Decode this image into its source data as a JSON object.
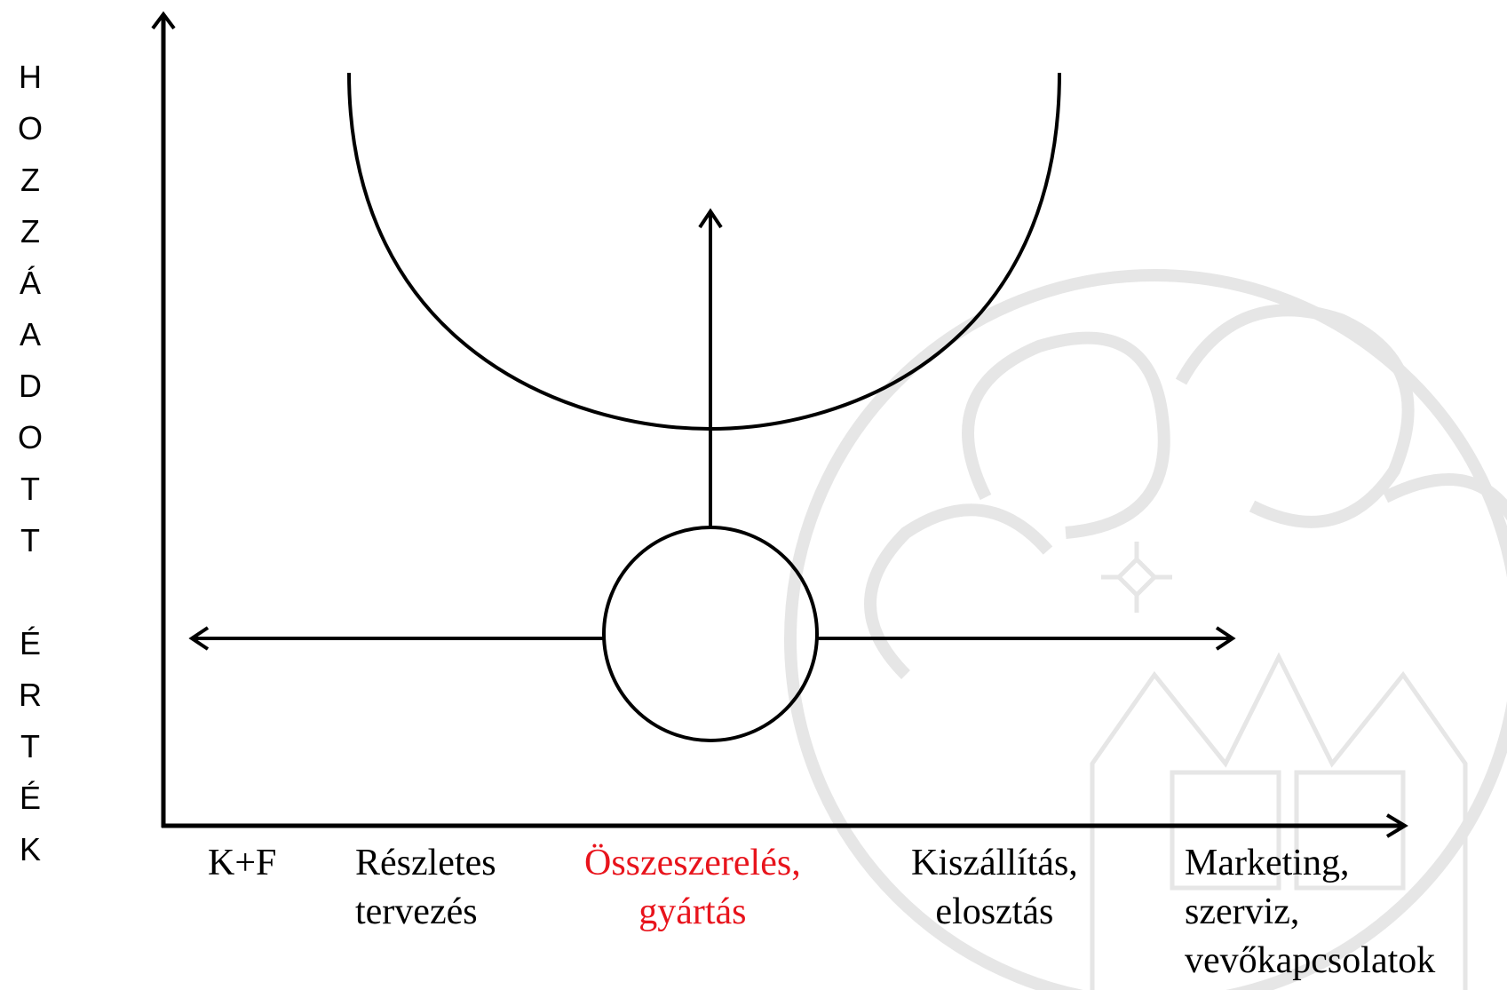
{
  "yaxis_letters_top": [
    "H",
    "O",
    "Z",
    "Z",
    "Á",
    "A",
    "D",
    "O",
    "T",
    "T"
  ],
  "yaxis_letters_bottom": [
    "É",
    "R",
    "T",
    "É",
    "K"
  ],
  "categories": [
    {
      "lines": [
        "K+F"
      ],
      "color": "#000000"
    },
    {
      "lines": [
        "Részletes",
        "tervezés"
      ],
      "color": "#000000"
    },
    {
      "lines": [
        "Összeszerelés,",
        "gyártás"
      ],
      "color": "#e8141c"
    },
    {
      "lines": [
        "Kiszállítás,",
        "elosztás"
      ],
      "color": "#000000"
    },
    {
      "lines": [
        "Marketing,",
        "szerviz,",
        "vevőkapcsolatok"
      ],
      "color": "#000000"
    }
  ]
}
